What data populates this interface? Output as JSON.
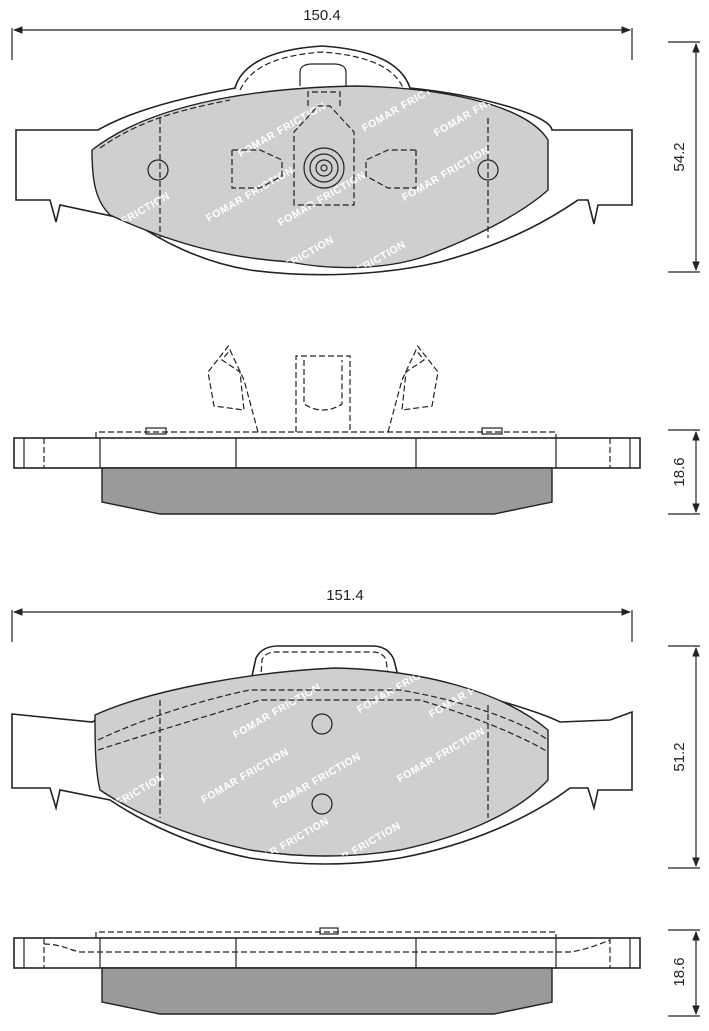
{
  "dimensions": {
    "top_width": "150.4",
    "top_height": "54.2",
    "top_thickness": "18.6",
    "bottom_width": "151.4",
    "bottom_height": "51.2",
    "bottom_thickness": "18.6"
  },
  "watermark": {
    "text": "FOMAR FRICTION"
  },
  "colors": {
    "line": "#222222",
    "friction_fill": "#cfcfcf",
    "side_friction_fill": "#9a9a9a",
    "watermark": "#ffffff"
  }
}
